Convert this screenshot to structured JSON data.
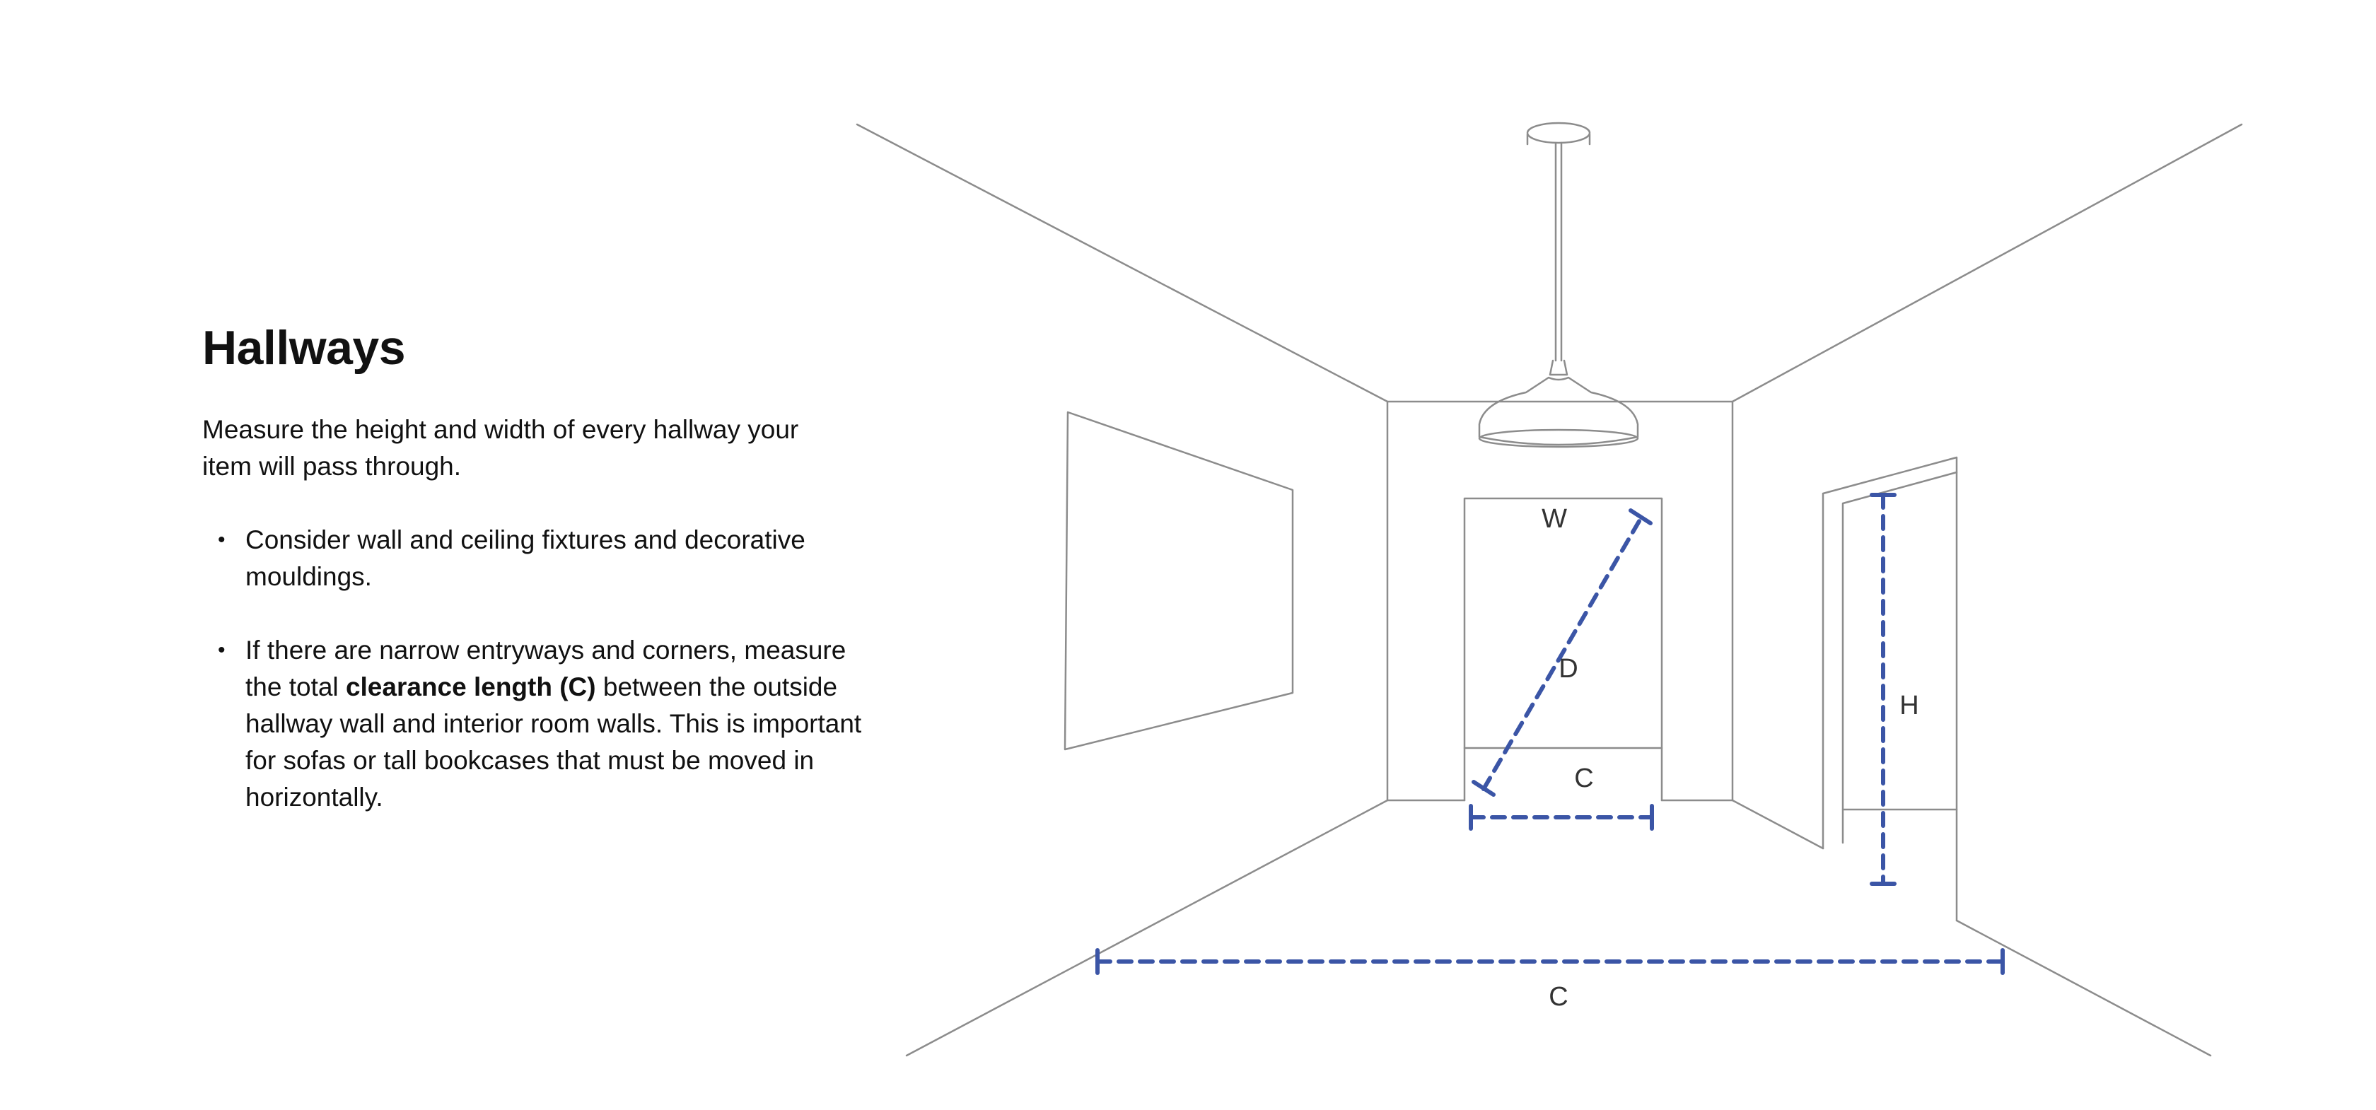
{
  "title": "Hallways",
  "intro": "Measure the height and width of every hallway your item will pass through.",
  "bullets": [
    {
      "text": "Consider wall and ceiling fixtures and decorative mouldings."
    },
    {
      "text_before": "If there are narrow entryways and corners, measure the total ",
      "bold": "clearance length (C)",
      "text_after": " between the outside hallway wall and interior room walls. This is important for sofas or tall bookcases that must be moved in horizontally."
    }
  ],
  "bullet_symbol": "•",
  "diagram": {
    "labels": {
      "width": "W",
      "diagonal": "D",
      "clearance_door": "C",
      "height": "H",
      "clearance_floor": "C"
    },
    "line_color": "#8c8c8c",
    "measure_color": "#3b55a6"
  }
}
